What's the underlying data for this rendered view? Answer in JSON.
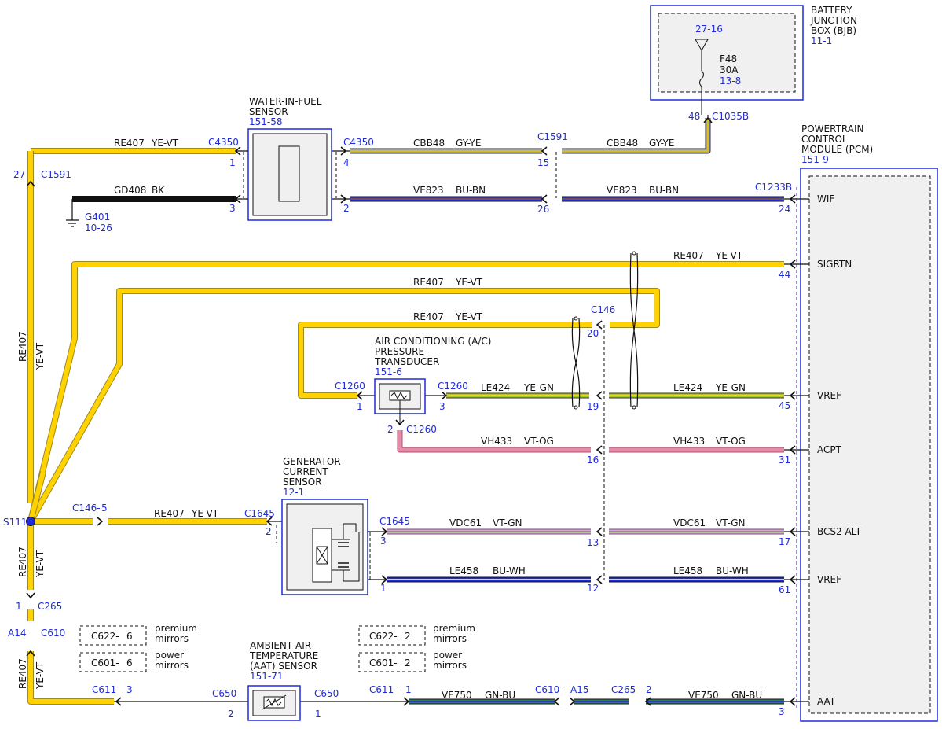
{
  "colors": {
    "yellow": "#ffd200",
    "yellow_outline": "#9a8a2a",
    "green": "#a6c63b",
    "gray": "#9c9c9c",
    "blue": "#1f2bd8",
    "pink": "#e58aa8",
    "gngreen": "#2e7f57",
    "black": "#111111",
    "ref_blue": "#1f2bd8",
    "box_fill": "#f0f0f0"
  },
  "modules": {
    "bjb": {
      "name_lines": [
        "BATTERY",
        "JUNCTION",
        "BOX (BJB)"
      ],
      "ref": "11-1",
      "fuse_pin": "27-16",
      "fuse_name": "F48",
      "fuse_rating": "30A",
      "fuse_ref": "13-8",
      "out_pin": "48",
      "out_conn": "C1035B"
    },
    "pcm": {
      "name_lines": [
        "POWERTRAIN",
        "CONTROL",
        "MODULE (PCM)"
      ],
      "ref": "151-9",
      "conn": "C1233B",
      "pins": [
        {
          "label": "WIF",
          "pin": "24"
        },
        {
          "label": "SIGRTN",
          "pin": "44"
        },
        {
          "label": "VREF",
          "pin": "45"
        },
        {
          "label": "ACPT",
          "pin": "31"
        },
        {
          "label": "BCS2 ALT",
          "pin": "17"
        },
        {
          "label": "VREF",
          "pin": "61"
        },
        {
          "label": "AAT",
          "pin": "3"
        }
      ]
    },
    "wif": {
      "name_lines": [
        "WATER-IN-FUEL",
        "SENSOR"
      ],
      "ref": "151-58",
      "conn_left": "C4350",
      "conn_right": "C4350",
      "pin1": "1",
      "pin3": "3",
      "pin4": "4",
      "pin2": "2"
    },
    "ac": {
      "name_lines": [
        "AIR CONDITIONING (A/C)",
        "PRESSURE",
        "TRANSDUCER"
      ],
      "ref": "151-6",
      "conn_left": "C1260",
      "conn_right": "C1260",
      "conn_bottom": "C1260",
      "pin1": "1",
      "pin3": "3",
      "pin2": "2"
    },
    "gen": {
      "name_lines": [
        "GENERATOR",
        "CURRENT",
        "SENSOR"
      ],
      "ref": "12-1",
      "conn_left": "C1645",
      "conn_right": "C1645",
      "pin2": "2",
      "pin3": "3",
      "pin1": "1"
    },
    "aat": {
      "name_lines": [
        "AMBIENT AIR",
        "TEMPERATURE",
        "(AAT) SENSOR"
      ],
      "ref": "151-71",
      "conn_left": "C650",
      "conn_right": "C650",
      "pin2": "2",
      "pin1": "1"
    }
  },
  "wires": {
    "re407": "RE407",
    "ye_vt": "YE-VT",
    "gd408": "GD408",
    "bk": "BK",
    "cbb48": "CBB48",
    "gy_ye": "GY-YE",
    "ve823": "VE823",
    "bu_bn": "BU-BN",
    "le424": "LE424",
    "ye_gn": "YE-GN",
    "vh433": "VH433",
    "vt_og": "VT-OG",
    "vdc61": "VDC61",
    "vt_gn": "VT-GN",
    "le458": "LE458",
    "bu_wh": "BU-WH",
    "ve750": "VE750",
    "gn_bu": "GN-BU"
  },
  "connectors": {
    "c1591_left": "C1591",
    "c1591_left_pin": "27",
    "c1591_mid": "C1591",
    "c1591_mid_pin": "15",
    "c1591_mid_pin26": "26",
    "g401": "G401",
    "g401_ref": "10-26",
    "c146": "C146",
    "c146_pin20": "20",
    "c146_pin19": "19",
    "c146_pin16": "16",
    "c146_pin13": "13",
    "c146_pin12": "12",
    "c146_5": "C146-",
    "c146_5_pin": "5",
    "s111": "S111",
    "c265": "C265",
    "c265_pin": "1",
    "c610": "C610",
    "c610_pin": "A14",
    "c611": "C611-",
    "c611_pin": "3",
    "c611_right": "C611-",
    "c611_right_pin": "1",
    "c610_right": "C610-",
    "c610_right_pin": "A15",
    "c265_right": "C265-",
    "c265_right_pin": "2"
  },
  "options": [
    {
      "conn": "C622-",
      "pin": "6",
      "note_lines": [
        "premium",
        "mirrors"
      ]
    },
    {
      "conn": "C601-",
      "pin": "6",
      "note_lines": [
        "power",
        "mirrors"
      ]
    },
    {
      "conn": "C622-",
      "pin": "2",
      "note_lines": [
        "premium",
        "mirrors"
      ]
    },
    {
      "conn": "C601-",
      "pin": "2",
      "note_lines": [
        "power",
        "mirrors"
      ]
    }
  ]
}
